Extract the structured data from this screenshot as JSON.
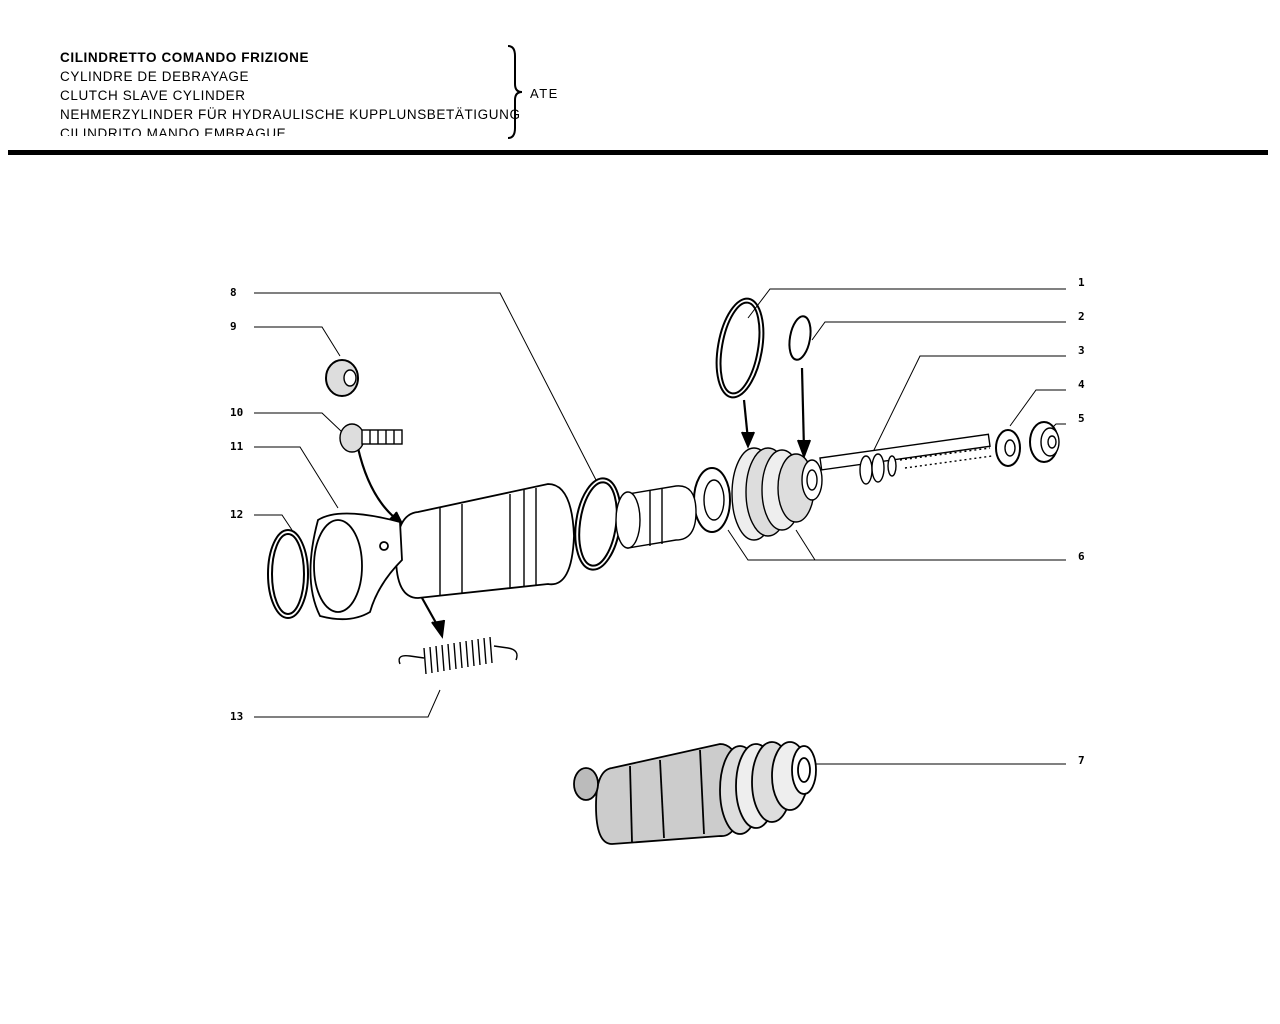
{
  "header": {
    "titles": [
      "CILINDRETTO COMANDO FRIZIONE",
      "CYLINDRE DE DEBRAYAGE",
      "CLUTCH SLAVE CYLINDER",
      "NEHMERZYLINDER FÜR HYDRAULISCHE KUPPLUNSBETÄTIGUNG",
      "CILINDRITO MANDO EMBRAGUE"
    ],
    "maker": "ATE"
  },
  "callouts": {
    "c1": "1",
    "c2": "2",
    "c3": "3",
    "c4": "4",
    "c5": "5",
    "c6": "6",
    "c7": "7",
    "c8": "8",
    "c9": "9",
    "c10": "10",
    "c11": "11",
    "c12": "12",
    "c13": "13"
  }
}
